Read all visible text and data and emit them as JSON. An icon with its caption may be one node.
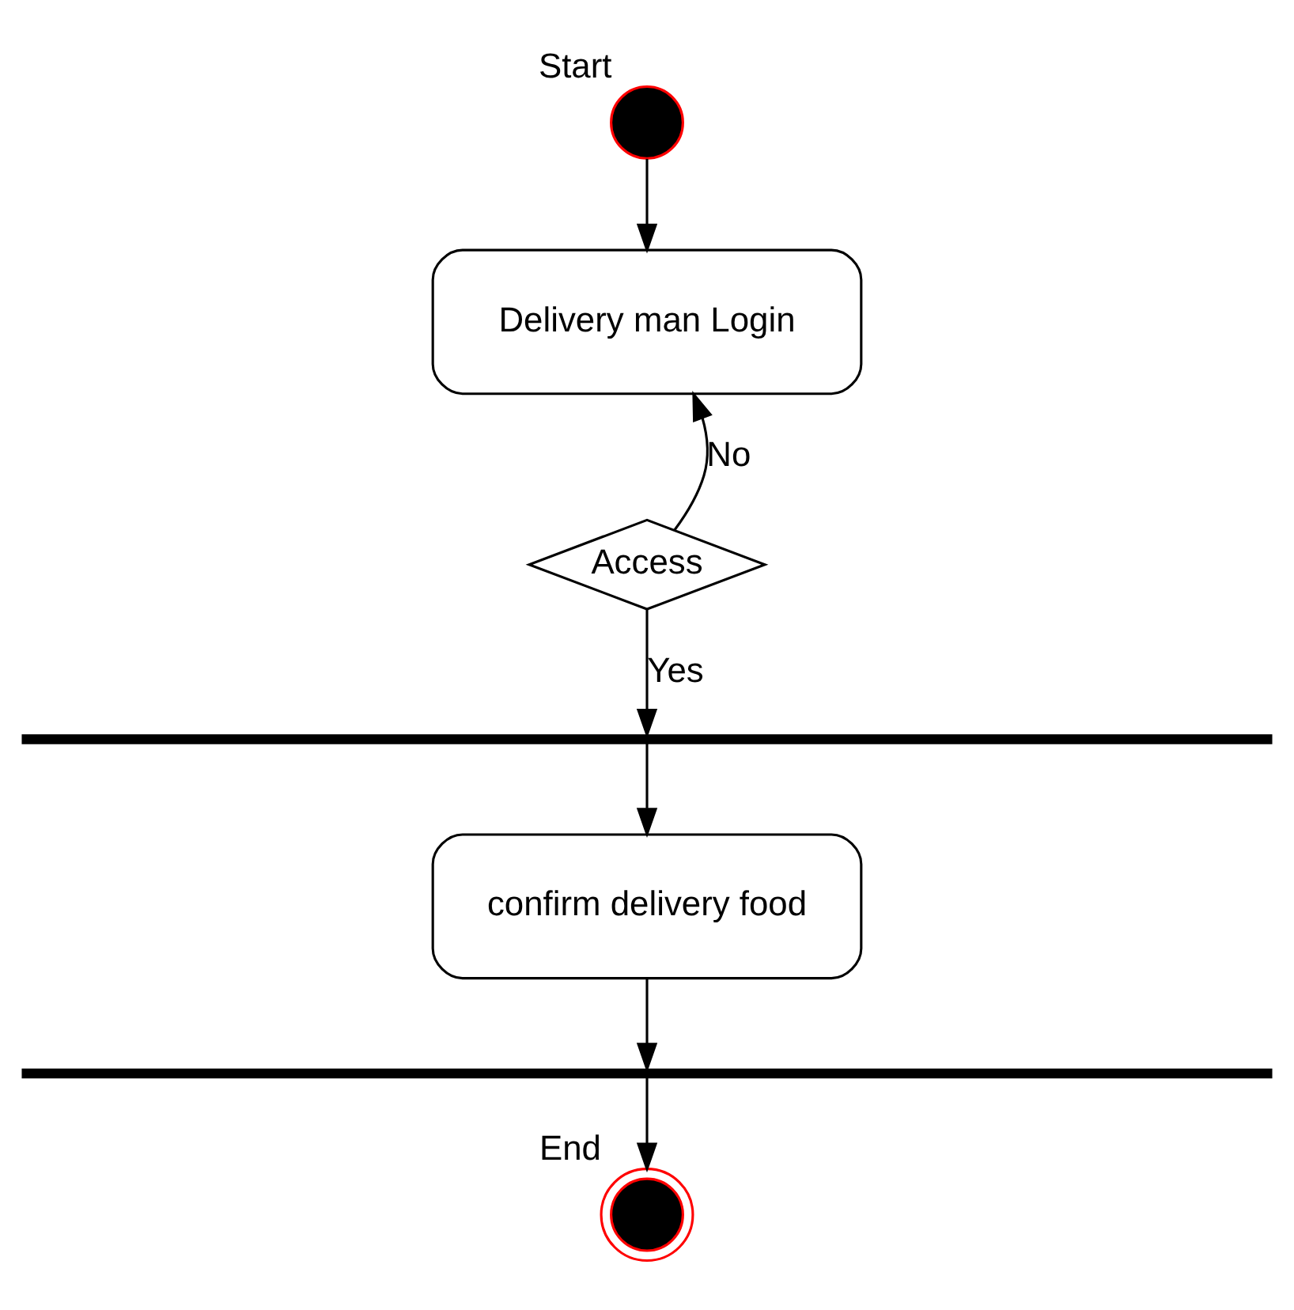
{
  "diagram": {
    "nodes": [
      {
        "text": [],
        "shape": "circle",
        "beside": [
          "Start"
        ]
      },
      {
        "text": [
          "Delivery man Login"
        ]
      },
      {
        "text": [
          "Access"
        ]
      },
      {
        "text": [],
        "shape": "bar"
      },
      {
        "text": [
          "confirm delivery food"
        ]
      },
      {
        "text": [],
        "shape": "bar"
      },
      {
        "text": [],
        "shape": "bullseye",
        "beside": [
          "End"
        ]
      }
    ],
    "edges": [
      {
        "from": 0,
        "to": 1,
        "arrow": "to"
      },
      {
        "from": 2,
        "to": 1,
        "label": "No",
        "arrow": "to"
      },
      {
        "from": 2,
        "to": 3,
        "label": "Yes",
        "arrow": "to"
      },
      {
        "from": 3,
        "to": 4,
        "arrow": "to"
      },
      {
        "from": 4,
        "to": 5,
        "arrow": "to"
      },
      {
        "from": 5,
        "to": 6,
        "arrow": "to"
      }
    ]
  }
}
